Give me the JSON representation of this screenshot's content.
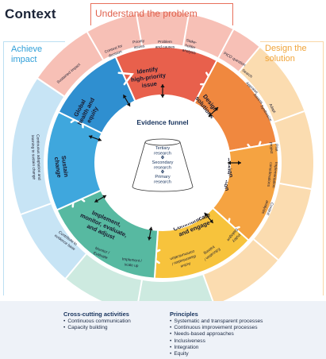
{
  "header": {
    "context_title": "Context",
    "understand_title": "Understand the problem",
    "achieve_title": "Achieve impact",
    "design_title": "Design the solution"
  },
  "stages": [
    {
      "key": "identify",
      "lines": [
        "Identify",
        "high-priority",
        "issue"
      ],
      "color": "#e8604c"
    },
    {
      "key": "design-solutions",
      "lines": [
        "Design",
        "solutions"
      ],
      "color": "#f0883f"
    },
    {
      "key": "design-implementation",
      "lines": [
        "Design",
        "implementation"
      ],
      "color": "#f5a341"
    },
    {
      "key": "communicate",
      "lines": [
        "Communicate",
        "and engage"
      ],
      "color": "#f7c33c"
    },
    {
      "key": "implement",
      "lines": [
        "Implement,",
        "monitor, evaluate,",
        "and adjust"
      ],
      "color": "#57b9a1"
    },
    {
      "key": "sustain",
      "lines": [
        "Sustain",
        "change"
      ],
      "color": "#3fa7dd"
    },
    {
      "key": "global-health",
      "lines": [
        "Global",
        "health and",
        "equity"
      ],
      "color": "#2f8fd0"
    }
  ],
  "outer_labels": [
    {
      "key": "sustained-impact",
      "lines": [
        "Sustained impact"
      ]
    },
    {
      "key": "context-for-decision",
      "lines": [
        "Context for",
        "decision"
      ]
    },
    {
      "key": "priority-issues",
      "lines": [
        "Priority",
        "issues"
      ]
    },
    {
      "key": "problem-causes",
      "lines": [
        "Problem",
        "and causes"
      ]
    },
    {
      "key": "stakeholder-analysis",
      "lines": [
        "Stake-",
        "holder",
        "analysis"
      ]
    },
    {
      "key": "pico-question",
      "lines": [
        "PICO question"
      ]
    },
    {
      "key": "search",
      "lines": [
        "Search"
      ]
    },
    {
      "key": "appraise",
      "lines": [
        "Appraise"
      ]
    },
    {
      "key": "assess",
      "lines": [
        "Assess"
      ]
    },
    {
      "key": "synthesize",
      "lines": [
        "Synthesize"
      ]
    },
    {
      "key": "adapt",
      "lines": [
        "Adapt"
      ]
    },
    {
      "key": "pilot-project",
      "lines": [
        "Pilot",
        "project"
      ]
    },
    {
      "key": "implementation-considerations",
      "lines": [
        "Implementation",
        "considerations"
      ]
    },
    {
      "key": "context-analysis",
      "lines": [
        "Context",
        "analysis"
      ]
    },
    {
      "key": "policy-dialogue",
      "lines": [
        "Policy",
        "Dialogue"
      ]
    },
    {
      "key": "education-training",
      "lines": [
        "Education /",
        "training"
      ]
    },
    {
      "key": "active-dissemination",
      "lines": [
        "Active",
        "dissemination /",
        "communication"
      ]
    },
    {
      "key": "implement-scale-up",
      "lines": [
        "Implement /",
        "scale up"
      ]
    },
    {
      "key": "monitor-evaluate",
      "lines": [
        "Monitor /",
        "Evaluate"
      ]
    },
    {
      "key": "contribute-evidence",
      "lines": [
        "Contribute to",
        "evidence base"
      ]
    },
    {
      "key": "continuous-adaptation",
      "lines": [
        "Continuous adaptation and",
        "learning to sustain change"
      ]
    }
  ],
  "center": {
    "title": "Evidence funnel",
    "tiers": [
      [
        "Tertiary",
        "research"
      ],
      [
        "Secondary",
        "research"
      ],
      [
        "Primary",
        "research"
      ]
    ]
  },
  "footer": {
    "crosscutting_title": "Cross-cutting activities",
    "crosscutting_items": [
      "Continuous communication",
      "Capacity building"
    ],
    "principles_title": "Principles",
    "principles_items": [
      "Systematic and transparent processes",
      "Continuous improvement processes",
      "Needs-based approaches",
      "Inclusiveness",
      "Integration",
      "Equity"
    ]
  }
}
